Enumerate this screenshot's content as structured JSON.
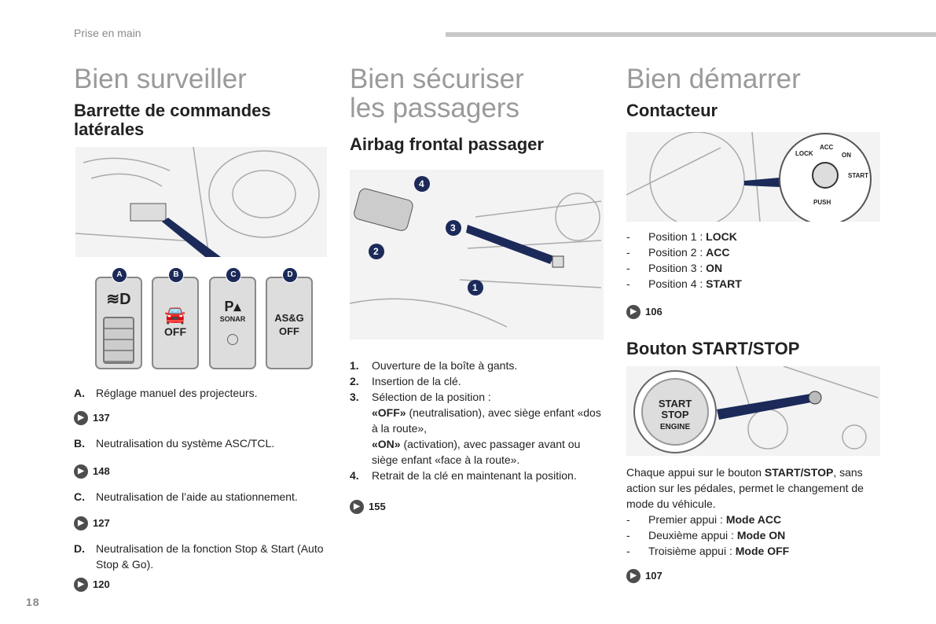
{
  "header": {
    "section": "Prise en main",
    "page_number": "18"
  },
  "col1": {
    "title": "Bien surveiller",
    "subtitle": "Barrette de commandes latérales",
    "buttons": [
      {
        "badge": "A",
        "label": ""
      },
      {
        "badge": "B",
        "label": "OFF"
      },
      {
        "badge": "C",
        "label_top": "P",
        "label": "SONAR"
      },
      {
        "badge": "D",
        "label": "AS&G OFF"
      }
    ],
    "items": [
      {
        "key": "A.",
        "text": "Réglage manuel des projecteurs.",
        "ref": "137"
      },
      {
        "key": "B.",
        "text": "Neutralisation du système ASC/TCL.",
        "ref": "148"
      },
      {
        "key": "C.",
        "text": "Neutralisation de l’aide au stationnement.",
        "ref": "127"
      },
      {
        "key": "D.",
        "text": "Neutralisation de la fonction Stop & Start (Auto Stop & Go).",
        "ref": "120"
      }
    ]
  },
  "col2": {
    "title_line1": "Bien sécuriser",
    "title_line2": "les passagers",
    "subtitle": "Airbag frontal passager",
    "figure_labels": [
      "1",
      "2",
      "3",
      "4"
    ],
    "steps": [
      {
        "key": "1.",
        "text": "Ouverture de la boîte à gants."
      },
      {
        "key": "2.",
        "text": "Insertion de la clé."
      },
      {
        "key": "3.",
        "text": "Sélection de la position :"
      },
      {
        "key": "4.",
        "text": "Retrait de la clé en maintenant la position."
      }
    ],
    "off_bold": "«OFF»",
    "off_text": " (neutralisation), avec siège enfant «dos à la route»,",
    "on_bold": "«ON»",
    "on_text": " (activation), avec passager avant ou siège enfant «face à la route».",
    "ref": "155"
  },
  "col3": {
    "title": "Bien démarrer",
    "subtitle1": "Contacteur",
    "ignition_labels": [
      "LOCK",
      "ACC",
      "ON",
      "START",
      "PUSH"
    ],
    "positions": [
      {
        "text": "Position 1 : ",
        "value": "LOCK"
      },
      {
        "text": "Position 2 : ",
        "value": "ACC"
      },
      {
        "text": "Position 3 : ",
        "value": "ON"
      },
      {
        "text": "Position 4 : ",
        "value": "START"
      }
    ],
    "ref1": "106",
    "subtitle2": "Bouton START/STOP",
    "button_label": [
      "START",
      "STOP",
      "ENGINE"
    ],
    "para_pre": "Chaque appui sur le bouton ",
    "para_bold": "START/STOP",
    "para_post": ", sans action sur les pédales, permet le changement de mode du véhicule.",
    "presses": [
      {
        "text": "Premier appui : ",
        "value": "Mode ACC"
      },
      {
        "text": "Deuxième appui : ",
        "value": "Mode ON"
      },
      {
        "text": "Troisième appui : ",
        "value": "Mode OFF"
      }
    ],
    "ref2": "107",
    "dash": "-"
  }
}
